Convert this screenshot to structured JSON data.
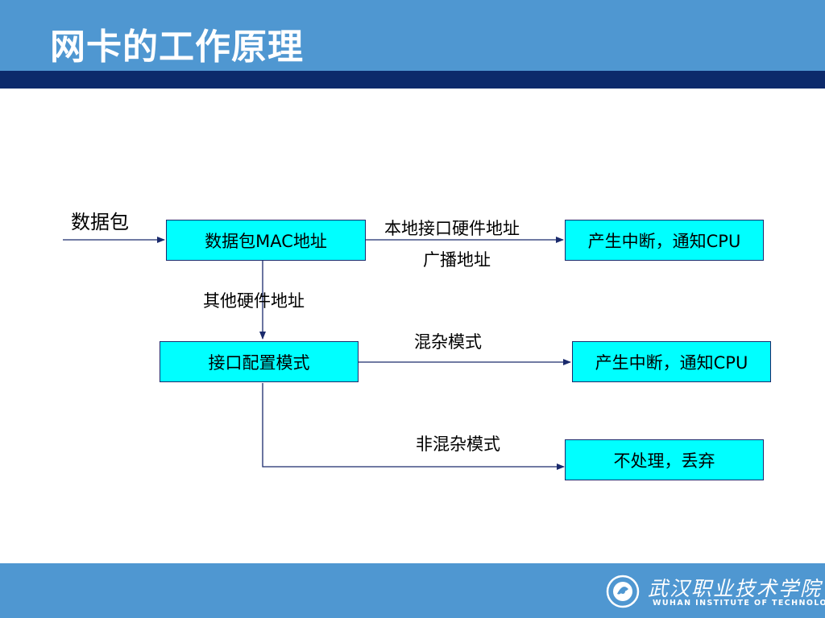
{
  "title": "网卡的工作原理",
  "diagram": {
    "input_label": "数据包",
    "nodes": {
      "mac": "数据包MAC地址",
      "interrupt_1": "产生中断，通知CPU",
      "config": "接口配置模式",
      "interrupt_2": "产生中断，通知CPU",
      "discard": "不处理，丢弃"
    },
    "edge_labels": {
      "local_hw": "本地接口硬件地址",
      "broadcast": "广播地址",
      "other_hw": "其他硬件地址",
      "promiscuous": "混杂模式",
      "non_promiscuous": "非混杂模式"
    }
  },
  "footer": {
    "logo_cn": "武汉职业技术学院",
    "logo_en": "WUHAN INSTITUTE OF TECHNOLOGY"
  },
  "colors": {
    "header": "#4f97d1",
    "stripe": "#0c2a6b",
    "box_fill": "#00ffff",
    "line": "#1a2a6c"
  }
}
